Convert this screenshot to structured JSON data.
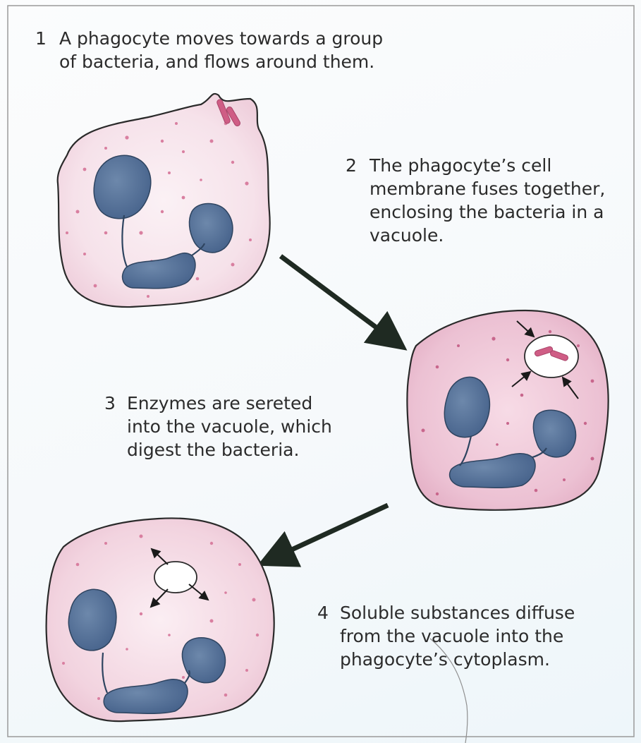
{
  "steps": [
    {
      "number": "1",
      "lines": [
        "A phagocyte moves towards a group",
        "of bacteria, and flows around them."
      ]
    },
    {
      "number": "2",
      "lines": [
        "The phagocyte’s cell",
        "membrane fuses together,",
        "enclosing the bacteria in a",
        "vacuole."
      ]
    },
    {
      "number": "3",
      "lines": [
        "Enzymes are sereted",
        "into the vacuole, which",
        "digest the bacteria."
      ]
    },
    {
      "number": "4",
      "lines": [
        "Soluble substances diffuse",
        "from the vacuole into the",
        "phagocyte’s cytoplasm."
      ]
    }
  ],
  "colors": {
    "cytoplasm_light": "#f6e2ea",
    "cytoplasm_pink": "#ecc1d3",
    "granule": "#d97fa0",
    "nucleus": "#4f6d94",
    "nucleus_dark": "#2e4460",
    "bacteria": "#cf5d85",
    "outline": "#2a2a2a",
    "arrow": "#1f2a22"
  }
}
